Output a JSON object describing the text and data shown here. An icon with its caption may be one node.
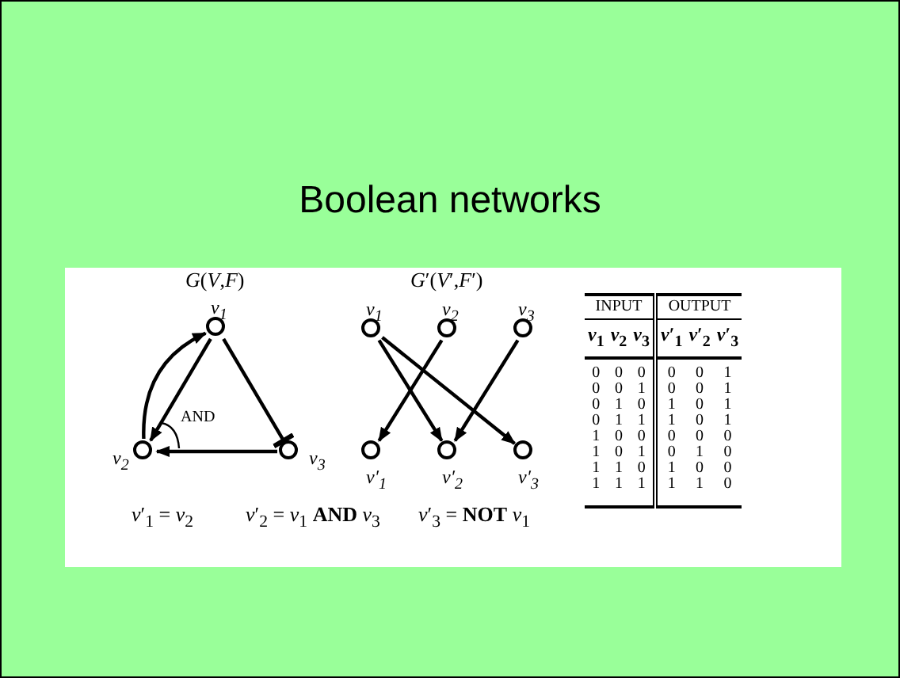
{
  "diagram": {
    "title": "Boolean networks",
    "nodes": [
      {
        "text": [],
        "shape": "circle",
        "beside": [
          "v$_{1}$"
        ]
      },
      {
        "text": [],
        "shape": "circle",
        "beside": [
          "v$_{2}$"
        ]
      },
      {
        "text": [],
        "shape": "circle",
        "beside": [
          "v$_{3}$"
        ]
      },
      {
        "text": [],
        "shape": "circle",
        "beside": [
          "v$_{1}$"
        ]
      },
      {
        "text": [],
        "shape": "circle",
        "beside": [
          "v$_{2}$"
        ]
      },
      {
        "text": [],
        "shape": "circle",
        "beside": [
          "v$_{3}$"
        ]
      },
      {
        "text": [],
        "shape": "circle",
        "beside": [
          "v′$_{1}$"
        ]
      },
      {
        "text": [],
        "shape": "circle",
        "beside": [
          "v′$_{2}$"
        ]
      },
      {
        "text": [],
        "shape": "circle",
        "beside": [
          "v′$_{3}$"
        ]
      }
    ],
    "edges": [
      {
        "from": 0,
        "to": 1,
        "arrow": "to"
      },
      {
        "from": 1,
        "to": 0,
        "arrow": "to"
      },
      {
        "from": 2,
        "to": 1,
        "arrow": "to"
      },
      {
        "from": 0,
        "to": 2,
        "arrow": "other"
      },
      {
        "from": 3,
        "to": 7,
        "arrow": "to"
      },
      {
        "from": 3,
        "to": 8,
        "arrow": "to"
      },
      {
        "from": 4,
        "to": 6,
        "arrow": "to"
      },
      {
        "from": 5,
        "to": 7,
        "arrow": "to"
      }
    ],
    "labels": [
      "*G*(*V*,*F*)",
      "*G*′(*V*′,*F*′)",
      "AND",
      "*v*′$_{1}$ = *v*$_{2}$",
      "*v*′$_{2}$ = *v*$_{1}$ **AND** *v*$_{3}$",
      "*v*′$_{3}$ = **NOT** *v*$_{1}$",
      "INPUT",
      "OUTPUT",
      "*v*$_{1}$",
      "*v*$_{2}$",
      "*v*$_{3}$",
      "*v*′$_{1}$",
      "*v*′$_{2}$",
      "*v*′$_{3}$",
      "0",
      "0",
      "0",
      "0",
      "0",
      "1",
      "0",
      "0",
      "1",
      "0",
      "0",
      "1",
      "0",
      "1",
      "0",
      "1",
      "0",
      "1",
      "0",
      "1",
      "1",
      "1",
      "0",
      "1",
      "1",
      "0",
      "0",
      "0",
      "0",
      "0",
      "1",
      "0",
      "1",
      "0",
      "1",
      "0",
      "1",
      "1",
      "0",
      "1",
      "0",
      "0",
      "1",
      "1",
      "1",
      "1",
      "1",
      "0"
    ]
  }
}
